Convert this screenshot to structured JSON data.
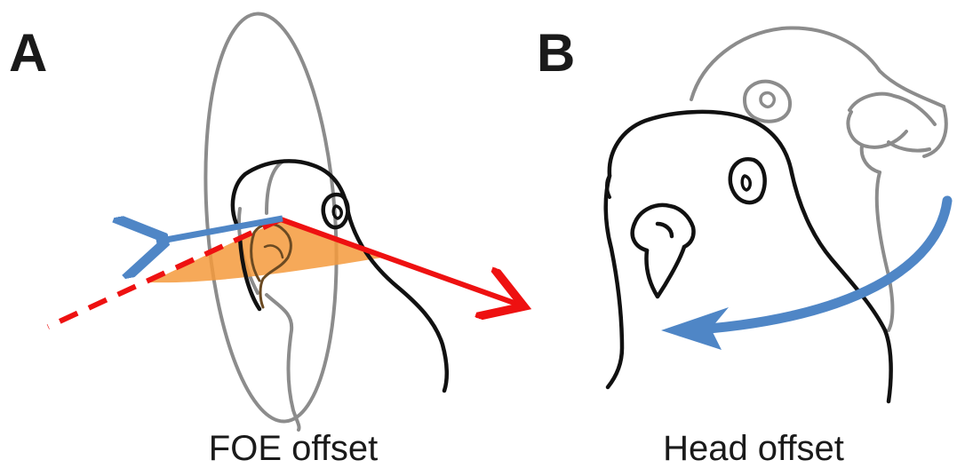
{
  "panels": [
    {
      "letter": "A",
      "caption": "FOE offset"
    },
    {
      "letter": "B",
      "caption": "Head offset"
    }
  ],
  "colors": {
    "outline_black": "#111111",
    "outline_grey": "#8c8c8c",
    "arrow_red": "#ee1111",
    "arrow_blue": "#4f86c6",
    "wedge_orange": "#f59a3c"
  },
  "icons": [
    "pigeon-head-front",
    "pigeon-head-tilted",
    "red-arrow",
    "blue-arrow",
    "curved-rotation-arrow"
  ]
}
